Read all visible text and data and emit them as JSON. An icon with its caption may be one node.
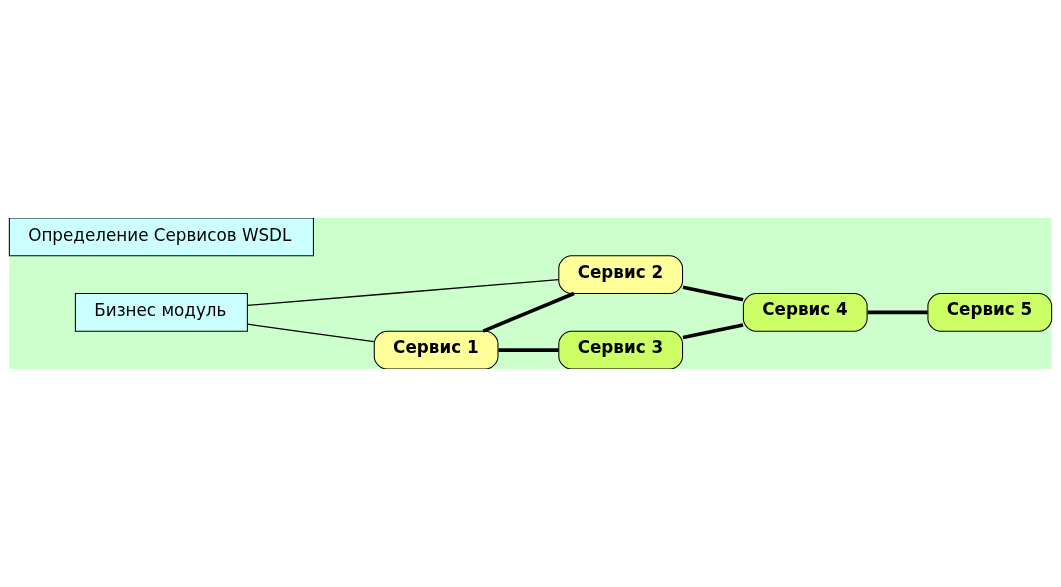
{
  "diagram": {
    "nodes": [
      {
        "text": [
          "Бизнес модуль"
        ]
      },
      {
        "text": [
          "Определение Сервисов WSDL"
        ]
      },
      {
        "text": [
          "Сервис 1"
        ]
      },
      {
        "text": [
          "Сервис 2"
        ]
      },
      {
        "text": [
          "Сервис 3"
        ]
      },
      {
        "text": [
          "Сервис 4"
        ]
      },
      {
        "text": [
          "Сервис 5"
        ]
      }
    ],
    "edges": [
      {
        "from": 0,
        "to": 2,
        "arrow": "none"
      },
      {
        "from": 0,
        "to": 3,
        "arrow": "none"
      },
      {
        "from": 2,
        "to": 3,
        "arrow": "none"
      },
      {
        "from": 2,
        "to": 4,
        "arrow": "none"
      },
      {
        "from": 3,
        "to": 5,
        "arrow": "none"
      },
      {
        "from": 4,
        "to": 5,
        "arrow": "none"
      },
      {
        "from": 5,
        "to": 6,
        "arrow": "none"
      }
    ]
  }
}
